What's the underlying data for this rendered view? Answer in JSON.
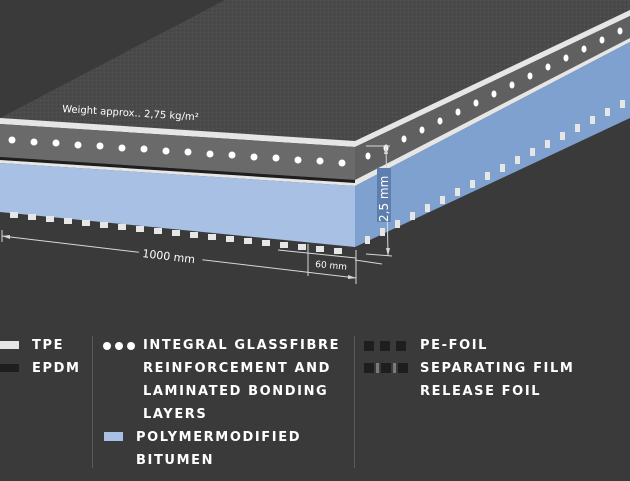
{
  "dimensions": {
    "weight": "Weight approx.. 2,75 kg/m²",
    "width": "1000 mm",
    "overlap": "60 mm",
    "thickness": "2,5 mm"
  },
  "legend": {
    "tpe": "TPE",
    "epdm": "EPDM",
    "glassfibre_1": "INTEGRAL GLASSFIBRE",
    "glassfibre_2": "REINFORCEMENT AND",
    "glassfibre_3": "LAMINATED BONDING",
    "glassfibre_4": "LAYERS",
    "bitumen_1": "POLYMERMODIFIED",
    "bitumen_2": "BITUMEN",
    "pe_foil": "PE-FOIL",
    "release_1": "SEPARATING FILM",
    "release_2": "RELEASE FOIL"
  },
  "colors": {
    "background": "#3a3a3a",
    "top_surface": "#4a4a4a",
    "tpe": "#e6e6e6",
    "epdm": "#1e1e1e",
    "bitumen_front": "#a8c0e3",
    "bitumen_side": "#7ea1cf",
    "reinforcement_band": "#6a6a6a",
    "dimension_line": "#d8d8d8"
  }
}
